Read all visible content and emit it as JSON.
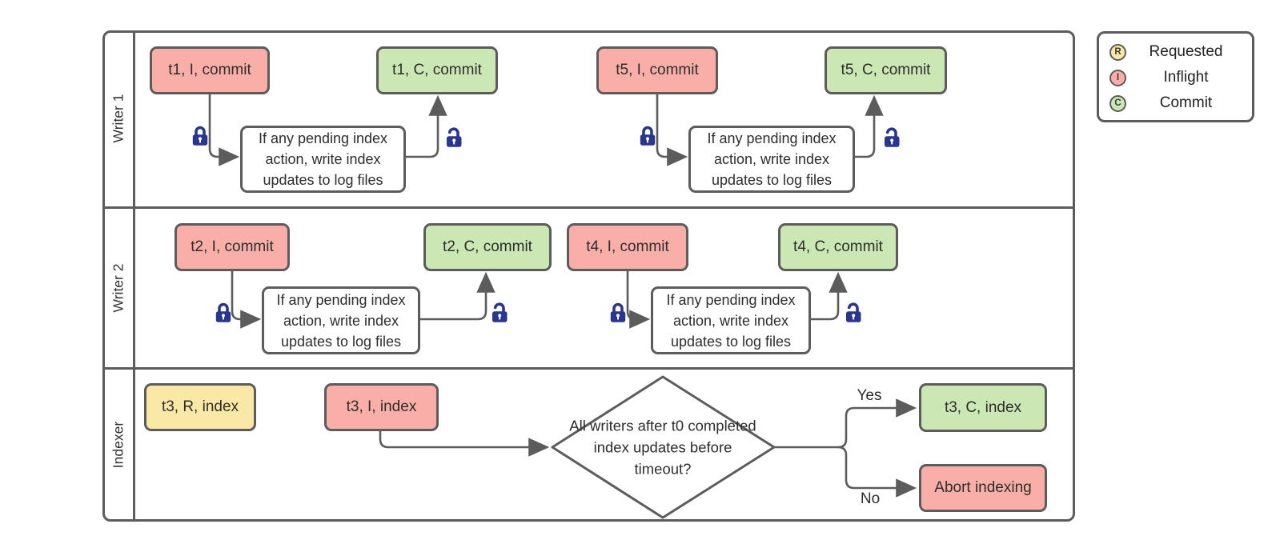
{
  "lanes": [
    {
      "label": "Writer 1"
    },
    {
      "label": "Writer 2"
    },
    {
      "label": "Indexer"
    }
  ],
  "pending_note": "If any pending index action, write index updates to log files",
  "writer1": {
    "t1_inflight": "t1, I, commit",
    "t1_commit": "t1, C, commit",
    "t5_inflight": "t5, I, commit",
    "t5_commit": "t5, C, commit"
  },
  "writer2": {
    "t2_inflight": "t2, I, commit",
    "t2_commit": "t2, C, commit",
    "t4_inflight": "t4, I, commit",
    "t4_commit": "t4, C, commit"
  },
  "indexer": {
    "t3_requested": "t3, R, index",
    "t3_inflight": "t3, I, index",
    "decision": "All writers after t0 completed index updates before timeout?",
    "yes_label": "Yes",
    "no_label": "No",
    "t3_commit": "t3, C, index",
    "abort": "Abort indexing"
  },
  "legend": {
    "items": [
      {
        "letter": "R",
        "label": "Requested",
        "color": "#FAE9A6"
      },
      {
        "letter": "I",
        "label": "Inflight",
        "color": "#F9AFA8"
      },
      {
        "letter": "C",
        "label": "Commit",
        "color": "#CBE7B3"
      }
    ]
  },
  "colors": {
    "requested_fill": "#FAE9A6",
    "inflight_fill": "#F9AFA8",
    "commit_fill": "#CBE7B3",
    "lock_blue": "#28368F",
    "line_gray": "#5c5c5c"
  }
}
